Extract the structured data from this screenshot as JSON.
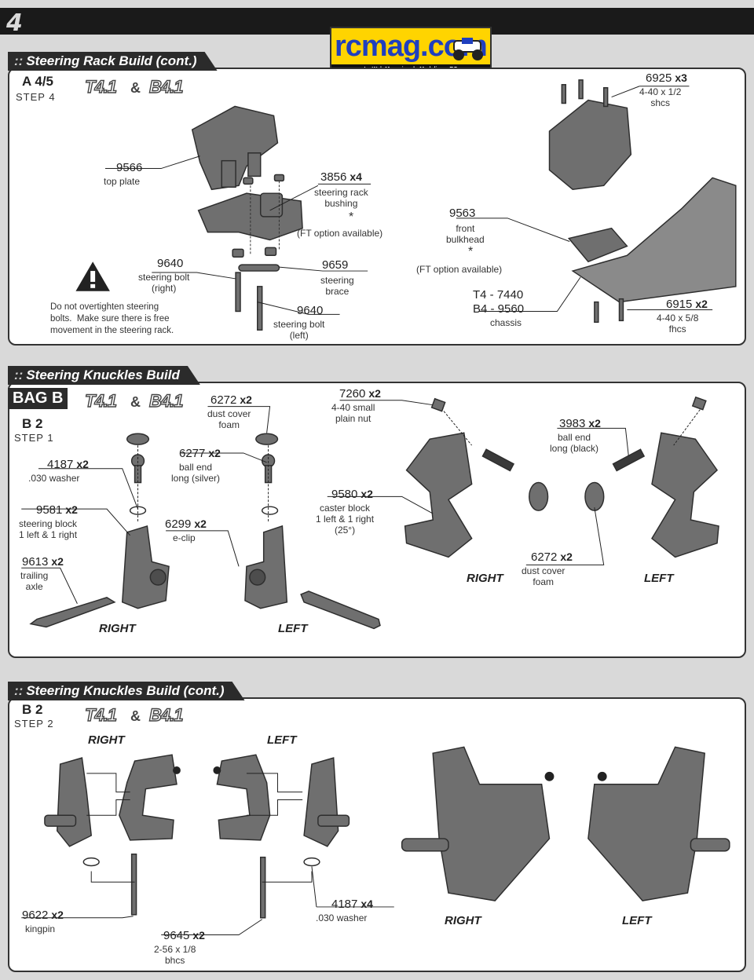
{
  "page_number": "4",
  "logo": {
    "text": "rcmag.com",
    "tagline": "Le Web Magazine du Modelisme RC"
  },
  "models": {
    "a": "T4.1",
    "b": "B4.1",
    "amp": "&"
  },
  "section1": {
    "title": "Steering Rack Build (cont.)",
    "colons": "::",
    "step_code": "A 4/5",
    "step_label": "STEP 4",
    "parts": {
      "p9566": {
        "num": "9566",
        "desc": "top plate"
      },
      "p3856": {
        "num": "3856",
        "qty": "x4",
        "desc": "steering rack\nbushing",
        "star": "*",
        "opt": "(FT option available)"
      },
      "p9640r": {
        "num": "9640",
        "desc": "steering bolt\n(right)"
      },
      "p9659": {
        "num": "9659",
        "desc": "steering\nbrace"
      },
      "p9640l": {
        "num": "9640",
        "desc": "steering bolt\n(left)"
      },
      "p6925": {
        "num": "6925",
        "qty": "x3",
        "desc": "4-40 x 1/2\nshcs"
      },
      "p9563": {
        "num": "9563",
        "desc": "front\nbulkhead",
        "star": "*",
        "opt": "(FT option available)"
      },
      "pchassis": {
        "num1": "T4 - 7440",
        "num2": "B4 - 9560",
        "desc": "chassis"
      },
      "p6915": {
        "num": "6915",
        "qty": "x2",
        "desc": "4-40 x 5/8\nfhcs"
      }
    },
    "warning": "Do not overtighten steering\nbolts.  Make sure there is free\nmovement in the steering rack."
  },
  "section2": {
    "title": "Steering Knuckles Build",
    "colons": "::",
    "bag": "BAG B",
    "step_code": "B 2",
    "step_label": "STEP 1",
    "parts": {
      "p6272a": {
        "num": "6272",
        "qty": "x2",
        "desc": "dust cover\nfoam"
      },
      "p4187": {
        "num": "4187",
        "qty": "x2",
        "desc": ".030 washer"
      },
      "p6277": {
        "num": "6277",
        "qty": "x2",
        "desc": "ball end\nlong (silver)"
      },
      "p9581": {
        "num": "9581",
        "qty": "x2",
        "desc": "steering block\n1 left & 1 right"
      },
      "p6299": {
        "num": "6299",
        "qty": "x2",
        "desc": "e-clip"
      },
      "p9613": {
        "num": "9613",
        "qty": "x2",
        "desc": "trailing\naxle"
      },
      "p7260": {
        "num": "7260",
        "qty": "x2",
        "desc": "4-40 small\nplain nut"
      },
      "p3983": {
        "num": "3983",
        "qty": "x2",
        "desc": "ball end\nlong (black)"
      },
      "p9580": {
        "num": "9580",
        "qty": "x2",
        "desc": "caster block\n1 left & 1 right\n(25°)"
      },
      "p6272b": {
        "num": "6272",
        "qty": "x2",
        "desc": "dust cover\nfoam"
      }
    },
    "right": "RIGHT",
    "left": "LEFT"
  },
  "section3": {
    "title": "Steering Knuckles Build (cont.)",
    "colons": "::",
    "step_code": "B 2",
    "step_label": "STEP 2",
    "parts": {
      "p9622": {
        "num": "9622",
        "qty": "x2",
        "desc": "kingpin"
      },
      "p9645": {
        "num": "9645",
        "qty": "x2",
        "desc": "2-56 x 1/8\nbhcs"
      },
      "p4187": {
        "num": "4187",
        "qty": "x4",
        "desc": ".030 washer"
      }
    },
    "right": "RIGHT",
    "left": "LEFT"
  },
  "colors": {
    "part_fill": "#6f6f6f",
    "part_dark": "#4d4d4d",
    "header": "#2b2b2b",
    "logo_yellow": "#ffd400",
    "logo_blue": "#1f3fbf"
  }
}
